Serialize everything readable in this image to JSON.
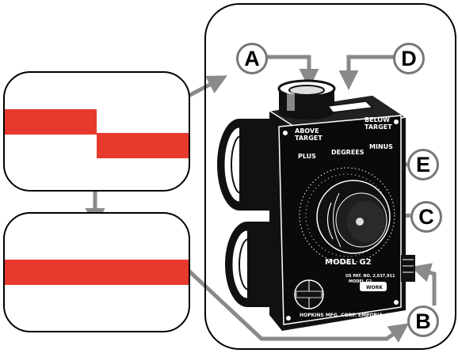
{
  "colors": {
    "bar": "#e8392d",
    "arrow": "#8a8a8a",
    "frame": "#000000",
    "device": "#111111"
  },
  "view_top": {
    "description_icon": "split-bar-icon"
  },
  "view_bottom": {
    "description_icon": "aligned-bar-icon"
  },
  "callouts": {
    "a": "A",
    "b": "B",
    "c": "C",
    "d": "D",
    "e": "E"
  },
  "device": {
    "label_above": "ABOVE\nTARGET",
    "label_below": "BELOW\nTARGET",
    "label_plus": "PLUS",
    "label_degrees": "DEGREES",
    "label_minus": "MINUS",
    "model": "MODEL G2",
    "maker": "HOPKINS MFG. CORP. EMPORIA, KS"
  }
}
